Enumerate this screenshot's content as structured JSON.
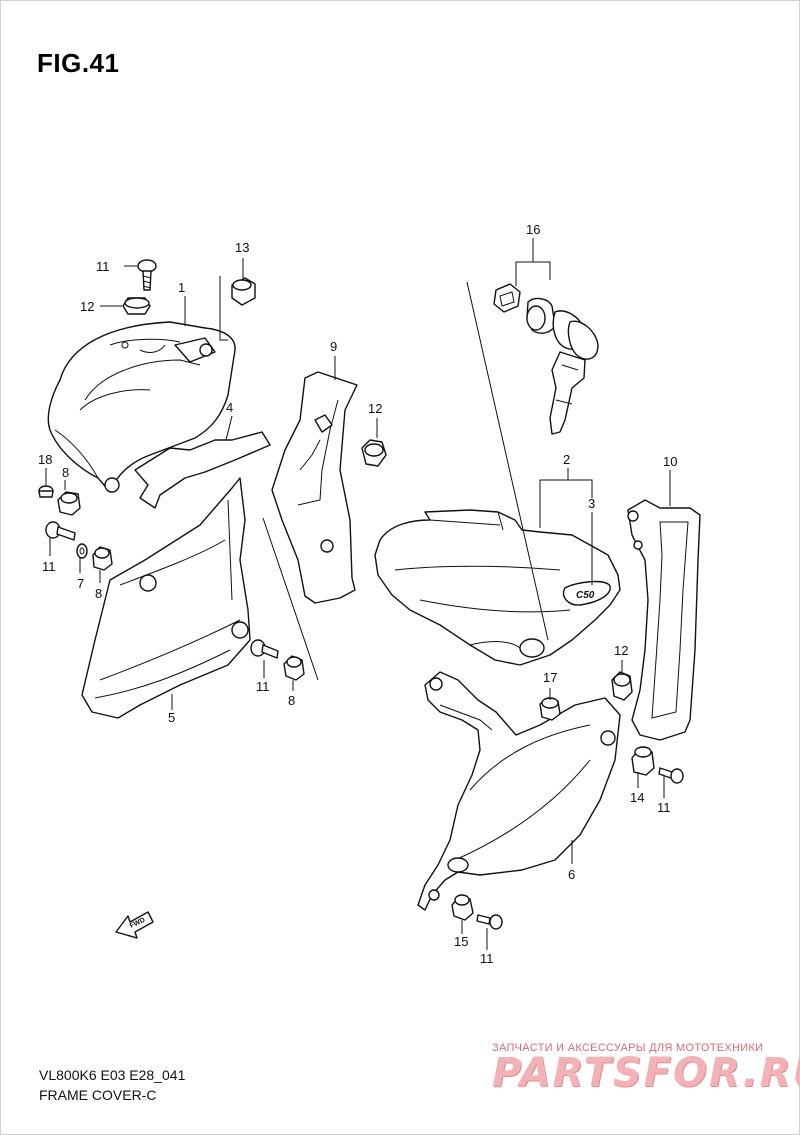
{
  "figure": {
    "title": "FIG.41",
    "model_code": "VL800K6 E03 E28_041",
    "caption": "FRAME COVER-C",
    "fwd_label": "FWD",
    "cover_emblem": "C50"
  },
  "callouts": {
    "n1": "1",
    "n2": "2",
    "n3": "3",
    "n4": "4",
    "n5": "5",
    "n6": "6",
    "n7": "7",
    "n8a": "8",
    "n8b": "8",
    "n9": "9",
    "n10": "10",
    "n11a": "11",
    "n11b": "11",
    "n11c": "11",
    "n11d": "11",
    "n11e": "11",
    "n12a": "12",
    "n12b": "12",
    "n12c": "12",
    "n13": "13",
    "n14": "14",
    "n15": "15",
    "n16": "16",
    "n17": "17",
    "n18": "18"
  },
  "watermark": {
    "tagline": "ЗАПЧАСТИ И АКСЕССУАРЫ ДЛЯ МОТОТЕХНИКИ",
    "brand": "PARTSFOR.RU"
  },
  "colors": {
    "line": "#111111",
    "watermark_red": "#d96a72",
    "watermark_pink": "#f2b2b6"
  }
}
